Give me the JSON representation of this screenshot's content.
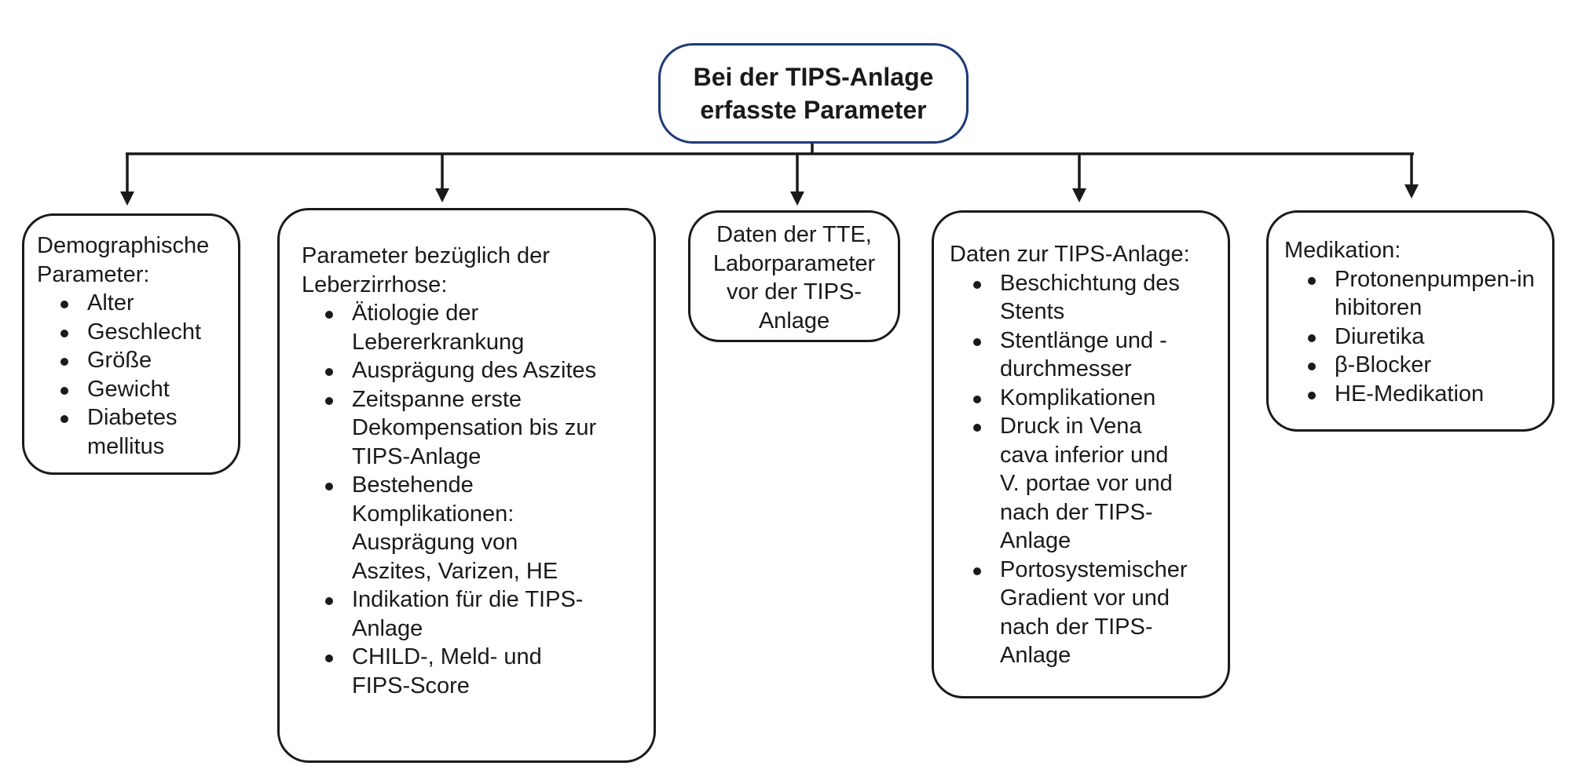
{
  "root": {
    "line1": "Bei der TIPS-Anlage",
    "line2": "erfasste Parameter"
  },
  "boxes": {
    "demographics": {
      "intro": [
        "Demographische",
        "Parameter:"
      ],
      "items": [
        "Alter",
        "Geschlecht",
        "Größe",
        "Gewicht",
        "Diabetes mellitus"
      ]
    },
    "cirrhosis": {
      "intro": [
        "Parameter bezüglich der",
        "Leberzirrhose:"
      ],
      "items": [
        "Ätiologie der Lebererkrankung",
        "Ausprägung des Aszites",
        "Zeitspanne erste Dekompensation bis zur TIPS-Anlage",
        "Bestehende Komplikationen: Ausprägung von Aszites, Varizen, HE",
        "Indikation für die TIPS-Anlage",
        "CHILD-, Meld- und FIPS-Score"
      ]
    },
    "tte": {
      "lines": [
        "Daten der TTE,",
        "Laborparameter",
        "vor der TIPS-",
        "Anlage"
      ]
    },
    "tips": {
      "intro": [
        "Daten zur TIPS-Anlage:"
      ],
      "items": [
        "Beschichtung des Stents",
        "Stentlänge und -durchmesser",
        "Komplikationen",
        "Druck in Vena cava inferior und V. portae vor und nach der TIPS-Anlage",
        "Portosystemischer Gradient vor und nach der TIPS-Anlage"
      ]
    },
    "medication": {
      "intro": [
        "Medikation:"
      ],
      "items": [
        "Protonenpumpen-inhibitoren",
        "Diuretika",
        "β-Blocker",
        "HE-Medikation"
      ]
    }
  },
  "colors": {
    "root_border": "#1c3a78",
    "line": "#1a1a1a"
  }
}
